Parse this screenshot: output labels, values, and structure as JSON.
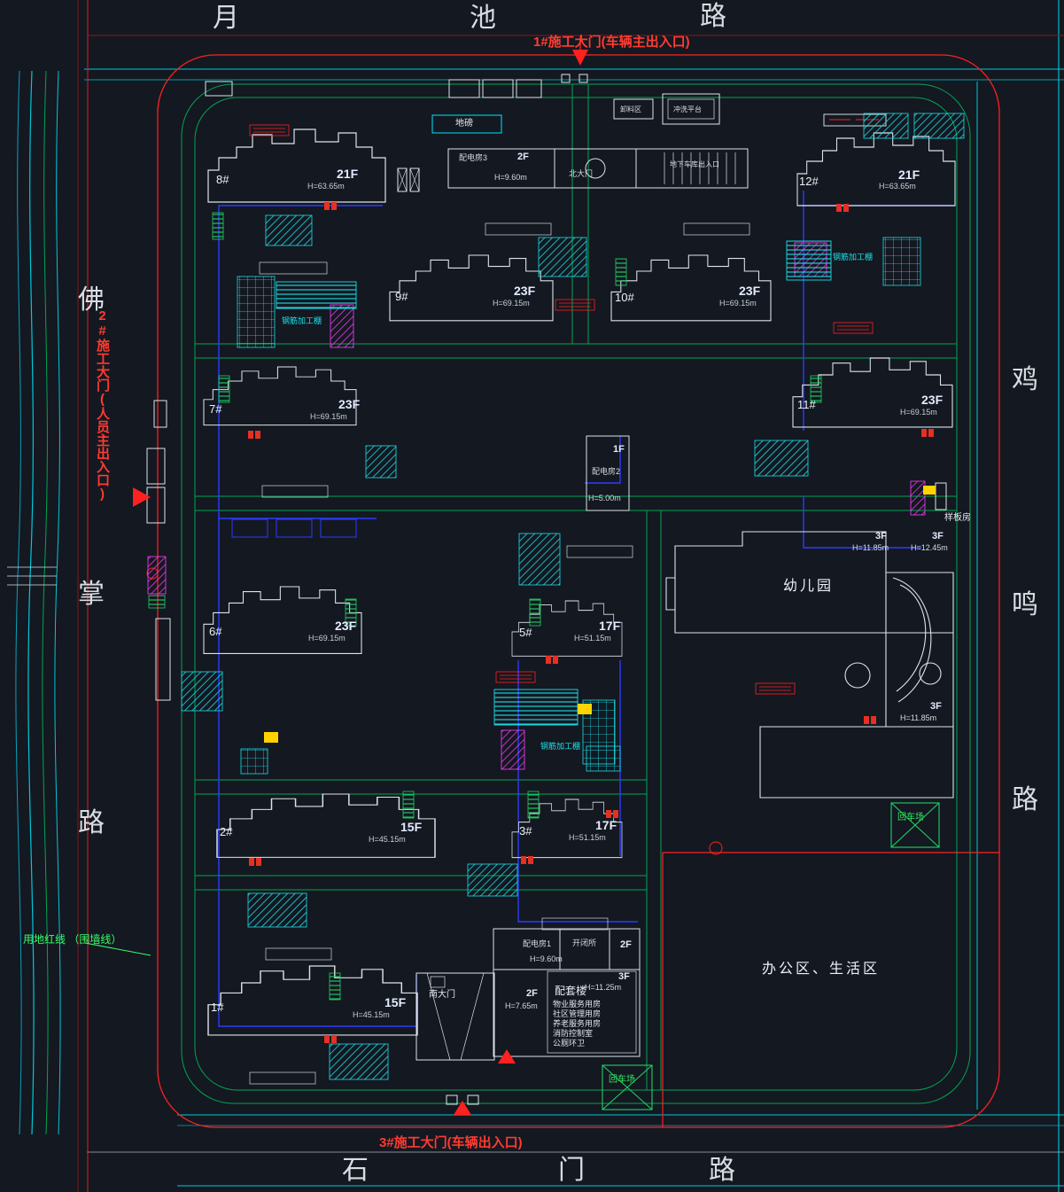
{
  "roads": {
    "top": [
      "月",
      "池",
      "路"
    ],
    "left": [
      "佛",
      "掌",
      "路"
    ],
    "right": [
      "鸡",
      "鸣",
      "路"
    ],
    "bottom": [
      "石",
      "门",
      "路"
    ]
  },
  "gates": {
    "gate1": "1#施工大门(车辆主出入口)",
    "gate2": "2#施工大门(人员主出入口)",
    "gate3": "3#施工大门(车辆出入口)"
  },
  "notes": {
    "red_line": "用地红线 （围墙线）"
  },
  "buildings": [
    {
      "id": "8#",
      "floors": "21F",
      "height": "H=63.65m"
    },
    {
      "id": "12#",
      "floors": "21F",
      "height": "H=63.65m"
    },
    {
      "id": "9#",
      "floors": "23F",
      "height": "H=69.15m"
    },
    {
      "id": "10#",
      "floors": "23F",
      "height": "H=69.15m"
    },
    {
      "id": "7#",
      "floors": "23F",
      "height": "H=69.15m"
    },
    {
      "id": "11#",
      "floors": "23F",
      "height": "H=69.15m"
    },
    {
      "id": "6#",
      "floors": "23F",
      "height": "H=69.15m"
    },
    {
      "id": "5#",
      "floors": "17F",
      "height": "H=51.15m"
    },
    {
      "id": "2#",
      "floors": "15F",
      "height": "H=45.15m"
    },
    {
      "id": "3#",
      "floors": "17F",
      "height": "H=51.15m"
    },
    {
      "id": "1#",
      "floors": "15F",
      "height": "H=45.15m"
    }
  ],
  "facilities": {
    "power3": "配电房3",
    "power3_f": "2F",
    "power3_h": "H=9.60m",
    "north_gate": "北大门",
    "garage": "地下车库出入口",
    "weighbridge": "地磅",
    "unload": "卸料区",
    "wash": "冲洗平台",
    "power2": "配电房2",
    "power2_f": "1F",
    "power2_h": "H=5.00m",
    "sample": "样板房",
    "kindergarten": "幼儿园",
    "kg_f1": "3F",
    "kg_h1": "H=11.85m",
    "kg_f2": "3F",
    "kg_h2": "H=12.45m",
    "kg_f3": "3F",
    "kg_h3": "H=11.85m",
    "turnaround1": "回车场",
    "turnaround2": "回车场",
    "office": "办公区、生活区",
    "power1": "配电房1",
    "switch_station": "开闭所",
    "power1_f": "2F",
    "power1_h": "H=9.60m",
    "annex": "配套楼",
    "annex_f": "3F",
    "annex_h": "H=11.25m",
    "annex_rooms": [
      "物业服务用房",
      "社区管理用房",
      "养老服务用房",
      "消防控制室",
      "公厕环卫"
    ],
    "south_gate": "南大门",
    "south_gate_f": "2F",
    "south_gate_h": "H=7.65m",
    "rebar1": "钢筋加工棚",
    "rebar2": "钢筋加工棚",
    "rebar3": "钢筋加工棚"
  }
}
